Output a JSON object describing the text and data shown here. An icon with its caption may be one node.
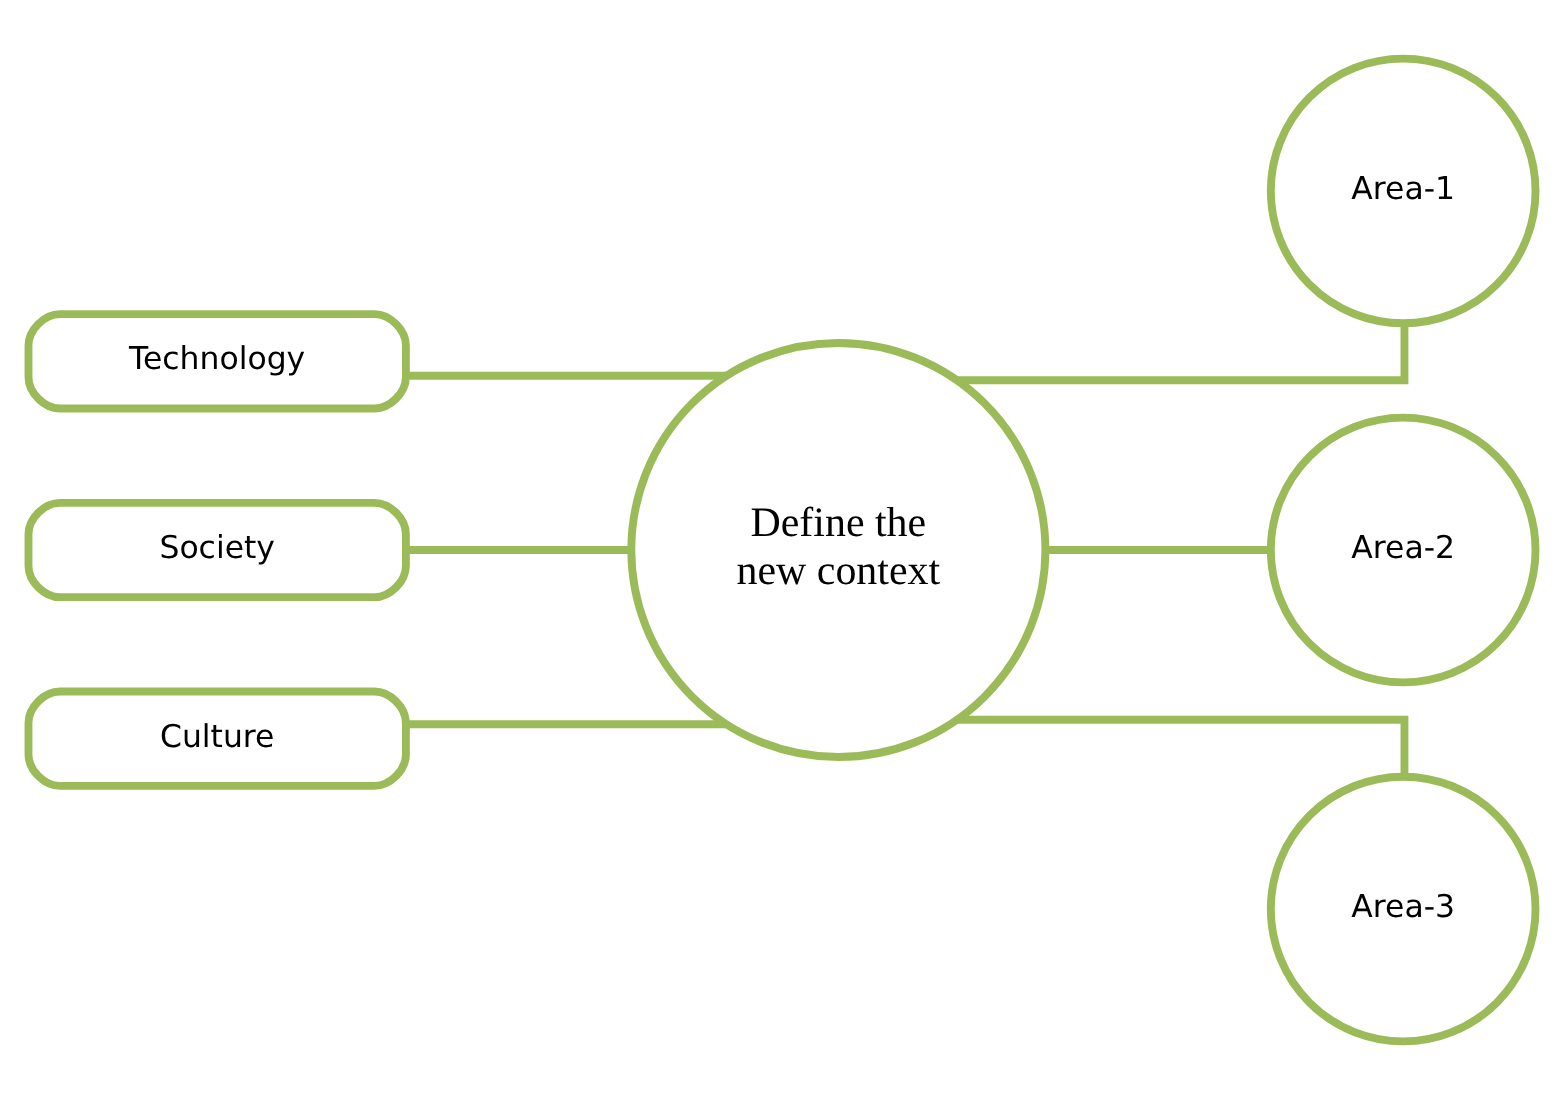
{
  "diagram": {
    "nodes": [
      {
        "text": [
          "Technology"
        ]
      },
      {
        "text": [
          "Society"
        ]
      },
      {
        "text": [
          "Culture"
        ]
      },
      {
        "text": [
          "Define the new context"
        ]
      },
      {
        "text": [
          "Area-1"
        ]
      },
      {
        "text": [
          "Area-2"
        ]
      },
      {
        "text": [
          "Area-3"
        ]
      }
    ],
    "edges": [
      {
        "from": 0,
        "to": 3,
        "arrow": "none"
      },
      {
        "from": 1,
        "to": 3,
        "arrow": "none"
      },
      {
        "from": 2,
        "to": 3,
        "arrow": "none"
      },
      {
        "from": 3,
        "to": 4,
        "arrow": "none"
      },
      {
        "from": 3,
        "to": 5,
        "arrow": "none"
      },
      {
        "from": 3,
        "to": 6,
        "arrow": "none"
      }
    ]
  }
}
